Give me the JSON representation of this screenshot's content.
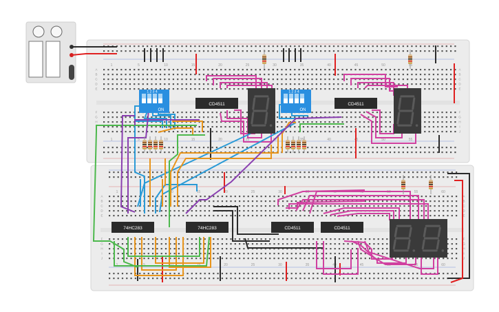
{
  "chips": [
    {
      "id": "chip-a",
      "label": "CD4511"
    },
    {
      "id": "chip-b",
      "label": "CD4511"
    },
    {
      "id": "chip-c",
      "label": "74HC283"
    },
    {
      "id": "chip-d",
      "label": "74HC283"
    },
    {
      "id": "chip-e",
      "label": "CD4511"
    },
    {
      "id": "chip-f",
      "label": "CD4511"
    }
  ],
  "dip_switches": [
    {
      "id": "dip-1",
      "numbers": "1 2 3 4",
      "on_label": "ON"
    },
    {
      "id": "dip-2",
      "numbers": "1 2 3 4",
      "on_label": "ON"
    }
  ],
  "breadboard_top": {
    "col_numbers": [
      "1",
      "5",
      "10",
      "15",
      "20",
      "25",
      "30",
      "35",
      "40",
      "45",
      "50",
      "55"
    ],
    "row_letters_left": [
      "A",
      "B",
      "C",
      "D",
      "E",
      "F",
      "G",
      "H",
      "I",
      "J"
    ],
    "row_letters_right": [
      "A",
      "B",
      "C",
      "D",
      "E",
      "F",
      "G",
      "H",
      "I",
      "J"
    ]
  },
  "breadboard_bottom": {
    "col_numbers": [
      "1",
      "5",
      "10",
      "15",
      "20",
      "25",
      "30",
      "35",
      "40",
      "45",
      "50",
      "55",
      "60"
    ],
    "row_letters_left": [
      "A",
      "B",
      "C",
      "D",
      "E",
      "F",
      "G",
      "H",
      "I",
      "J"
    ],
    "row_letters_right": [
      "A",
      "B",
      "C",
      "D",
      "E",
      "F",
      "G",
      "H",
      "I",
      "J"
    ]
  },
  "colors": {
    "wire_red": "#e02020",
    "wire_black": "#2a2a2a",
    "wire_magenta": "#d040a0",
    "wire_blue": "#2a9ad6",
    "wire_orange": "#e8951c",
    "wire_green": "#4cb84c",
    "wire_purple": "#8a3fb0",
    "board": "#ececec",
    "chip": "#2b2b2b",
    "dip": "#2a8fe0",
    "segment": "#3a3a3a"
  }
}
